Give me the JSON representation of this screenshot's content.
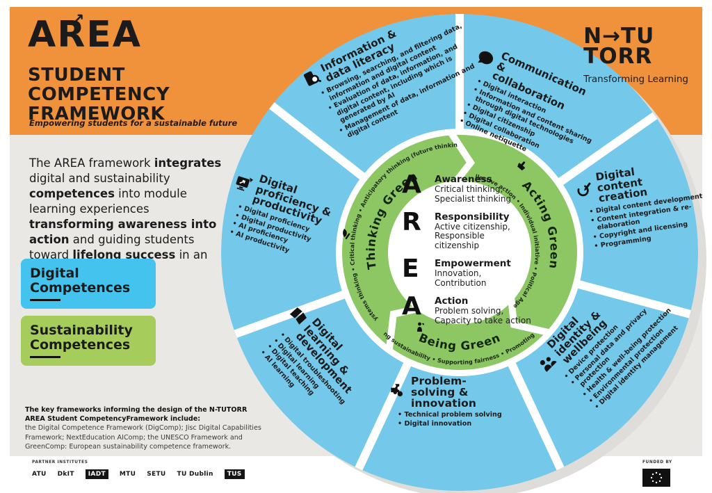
{
  "header": {
    "logo": "AREA",
    "logo_arrow": "↗",
    "title": "STUDENT COMPETENCY FRAMEWORK",
    "tagline": "Empowering students for a sustainable future"
  },
  "brand": {
    "line1": "N→TU",
    "line2": "TORR",
    "sub": "Transforming Learning"
  },
  "intro": {
    "runs": [
      "The AREA framework ",
      "integrates",
      " digital and sustainability ",
      "competences",
      " into module learning experiences ",
      "transforming awareness into action",
      " and guiding students toward ",
      "lifelong success",
      " in an evolving world."
    ]
  },
  "legend": {
    "digital": "Digital Competences",
    "sustainability": "Sustainability Competences"
  },
  "note": {
    "heading": "The key frameworks informing the design of the N-TUTORR AREA Student CompetencyFramework include:",
    "body": "the Digital Competence Framework (DigComp); Jisc Digital Capabilities Framework; NextEducation AIComp; the UNESCO Framework and GreenComp: European sustainability competence framework."
  },
  "footer": {
    "partner_label": "PARTNER INSTITUTES",
    "funded_label": "FUNDED BY",
    "partners": [
      "ATU",
      "DkIT",
      "IADT",
      "MTU",
      "SETU",
      "TU Dublin",
      "TUS"
    ]
  },
  "colors": {
    "orange": "#F0913C",
    "blue_ring": "#74C9EB",
    "green_ring": "#8CC764",
    "digital_box": "#43C3EE",
    "sustainability_box": "#A6CC5B",
    "background": "#E9E8E5"
  },
  "wheel": {
    "center": {
      "rows": [
        {
          "letter": "A",
          "title": "Awareness",
          "desc": "Critical thinking, Specialist thinking"
        },
        {
          "letter": "R",
          "title": "Responsibility",
          "desc": "Active citizenship, Responsible citizenship"
        },
        {
          "letter": "E",
          "title": "Empowerment",
          "desc": "Innovation, Contribution"
        },
        {
          "letter": "A",
          "title": "Action",
          "desc": "Problem solving, Capacity to take action"
        }
      ]
    },
    "green": [
      {
        "title": "Thinking Green",
        "arc": "• Systems thinking • Critical thinking • Anticipatory thinking (future thinking)",
        "icon": "leaf-hand-icon"
      },
      {
        "title": "Acting Green",
        "arc": "• Collective action • Individual initiative • Political Agency",
        "icon": "raised-hand-icon"
      },
      {
        "title": "Being Green",
        "arc": "• Valuing sustainability • Supporting fairness • Promoting nature",
        "icon": "person-leaf-icon"
      }
    ],
    "blue": [
      {
        "title": "Information & data literacy",
        "icon": "document-search-icon",
        "items": [
          "Browsing, searching, and filtering data, information and digital content",
          "Evaluation of data, information, and digital content, including which is generated by AI",
          "Management of data, information and digital content"
        ]
      },
      {
        "title": "Communication & collaboration",
        "icon": "speech-bubble-icon",
        "items": [
          "Digital interaction",
          "Information and content sharing through digital technologies",
          "Digital citizenship",
          "Digital collaboration",
          "Online netiquette"
        ]
      },
      {
        "title": "Digital content creation",
        "icon": "pen-target-icon",
        "items": [
          "Digital content development",
          "Content integration & re-elaboration",
          "Copyright and licensing",
          "Programming"
        ]
      },
      {
        "title": "Digital identity & wellbeing",
        "icon": "people-icon",
        "items": [
          "Device protection",
          "Personal data and privacy protection",
          "Health & well-being protection",
          "Environmental protection",
          "Digital identity management"
        ]
      },
      {
        "title": "Problem-solving & innovation",
        "icon": "puzzle-icon",
        "items": [
          "Technical problem solving",
          "Digital innovation"
        ]
      },
      {
        "title": "Digital learning & development",
        "icon": "book-icon",
        "items": [
          "Digital troubleshooting",
          "Digital learning",
          "Digital teaching",
          "AI learning"
        ]
      },
      {
        "title": "Digital proficiency & productivity",
        "icon": "monitor-arrow-icon",
        "items": [
          "Digital proficiency",
          "Digital productivity",
          "AI proficiency",
          "AI productivity"
        ]
      }
    ]
  }
}
